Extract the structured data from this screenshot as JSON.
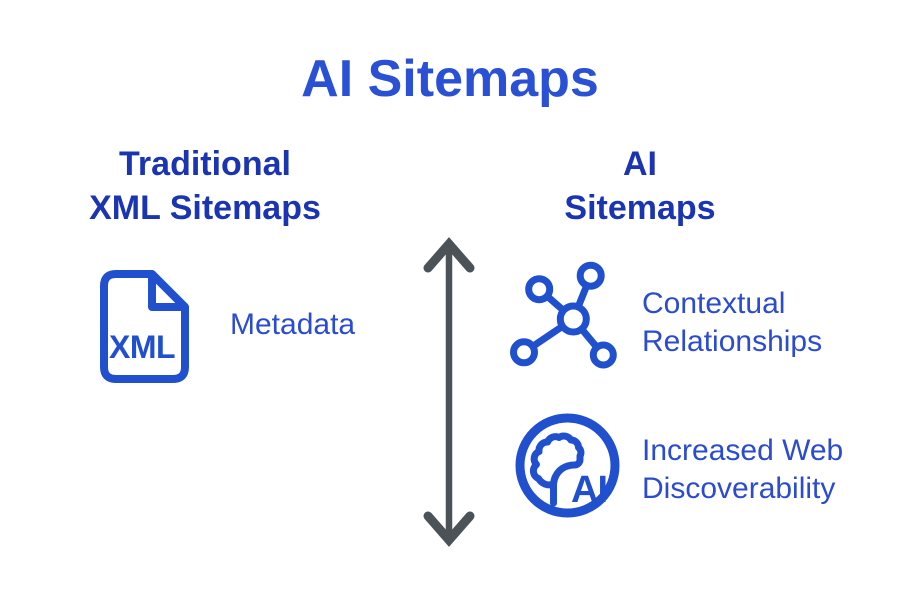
{
  "title": "AI Sitemaps",
  "left_column": {
    "heading": {
      "line1": "Traditional",
      "line2": "XML Sitemaps"
    },
    "items": [
      {
        "icon": "xml-document-icon",
        "icon_text": "XML",
        "label_lines": [
          "Metadata"
        ]
      }
    ]
  },
  "right_column": {
    "heading": {
      "line1": "AI",
      "line2": "Sitemaps"
    },
    "items": [
      {
        "icon": "network-nodes-icon",
        "label_lines": [
          "Contextual",
          "Relationships"
        ]
      },
      {
        "icon": "ai-brain-icon",
        "icon_text": "AI",
        "label_lines": [
          "Increased Web",
          "Discoverability"
        ]
      }
    ]
  },
  "divider": {
    "icon": "vertical-double-arrow-icon",
    "direction": "vertical"
  },
  "colors": {
    "title_blue": "#2a50d5",
    "heading_blue": "#1b34b2",
    "label_blue": "#2b4bd0",
    "icon_blue": "#2150ce",
    "arrow_gray": "#4b5359",
    "background": "#ffffff"
  }
}
